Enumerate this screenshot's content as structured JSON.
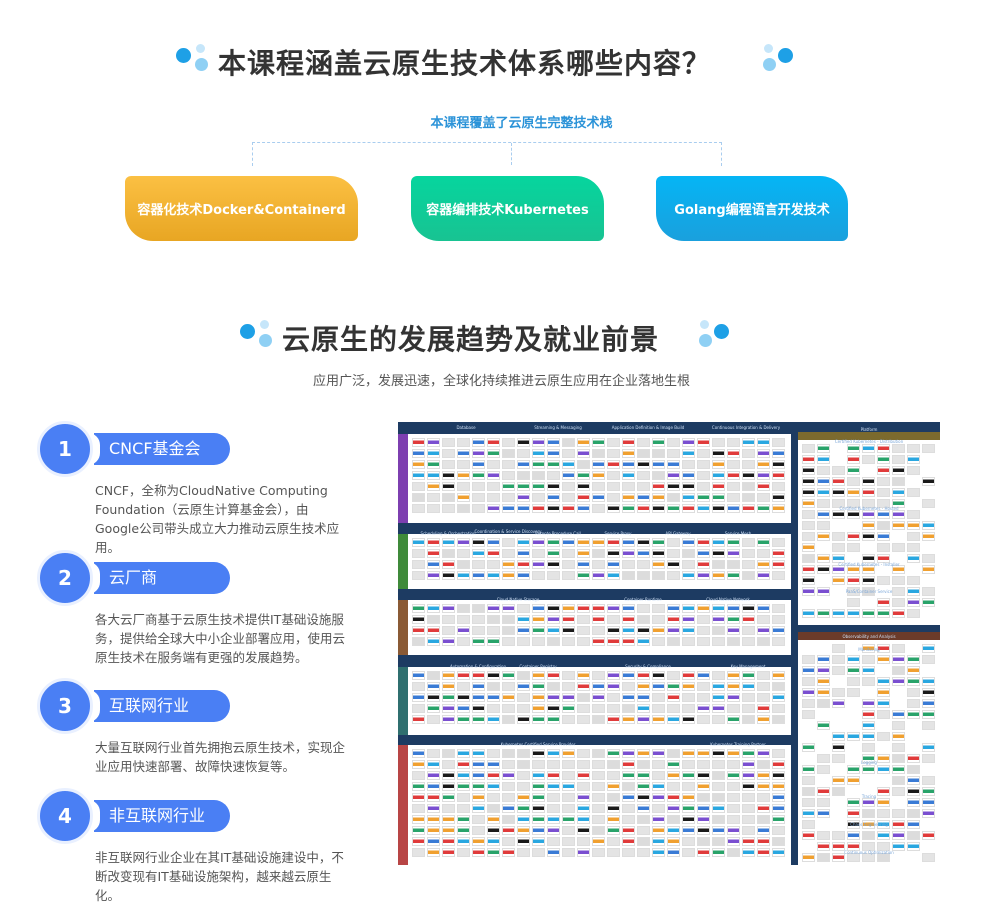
{
  "section1": {
    "title": "本课程涵盖云原生技术体系哪些内容？",
    "subtitle": "本课程覆盖了云原生完整技术栈",
    "buttons": [
      {
        "label": "容器化技术Docker&Containerd",
        "color": "#f0b232"
      },
      {
        "label": "容器编排技术Kubernetes",
        "color": "#0fcf96"
      },
      {
        "label": "Golang编程语言开发技术",
        "color": "#0eaaf0"
      }
    ]
  },
  "section2": {
    "title": "云原生的发展趋势及就业前景",
    "subtitle": "应用广泛，发展迅速，全球化持续推进云原生应用在企业落地生根",
    "items": [
      {
        "number": "1",
        "title": "CNCF基金会",
        "text": "CNCF，全称为CloudNative Computing Foundation（云原生计算基金会），由Google公司带头成立大力推动云原生技术应用。"
      },
      {
        "number": "2",
        "title": "云厂商",
        "text": "各大云厂商基于云原生技术提供IT基础设施服务，提供给全球大中小企业部署应用，使用云原生技术在服务端有更强的发展趋势。"
      },
      {
        "number": "3",
        "title": "互联网行业",
        "text": "大量互联网行业首先拥抱云原生技术，实现企业应用快速部署、故障快速恢复等。"
      },
      {
        "number": "4",
        "title": "非互联网行业",
        "text": "非互联网行业企业在其IT基础设施建设中，不断改变现有IT基础设施架构，越来越云原生化。"
      }
    ],
    "accent": "#4a7ff4"
  },
  "landscape": {
    "labels": [
      "Database",
      "Streaming & Messaging",
      "Application Definition & Image Build",
      "Continuous Integration & Delivery",
      "Scheduling & Orchestration",
      "Coordination & Service Discovery",
      "Remote Procedure Call",
      "Service Proxy",
      "API Gateway",
      "Service Mesh",
      "Cloud Native Storage",
      "Container Runtime",
      "Cloud Native Network",
      "Automation & Configuration",
      "Container Registry",
      "Security & Compliance",
      "Key Management",
      "Kubernetes Certified Service Provider",
      "Kubernetes Training Partner",
      "Platform",
      "Certified Kubernetes - Distribution",
      "Certified Kubernetes - Hosted",
      "Certified Kubernetes - Installer",
      "PaaS/Container Service",
      "Observability and Analysis",
      "Monitoring",
      "Logging",
      "Tracing",
      "Chaos Engineering",
      "Continuous Optimization"
    ]
  }
}
